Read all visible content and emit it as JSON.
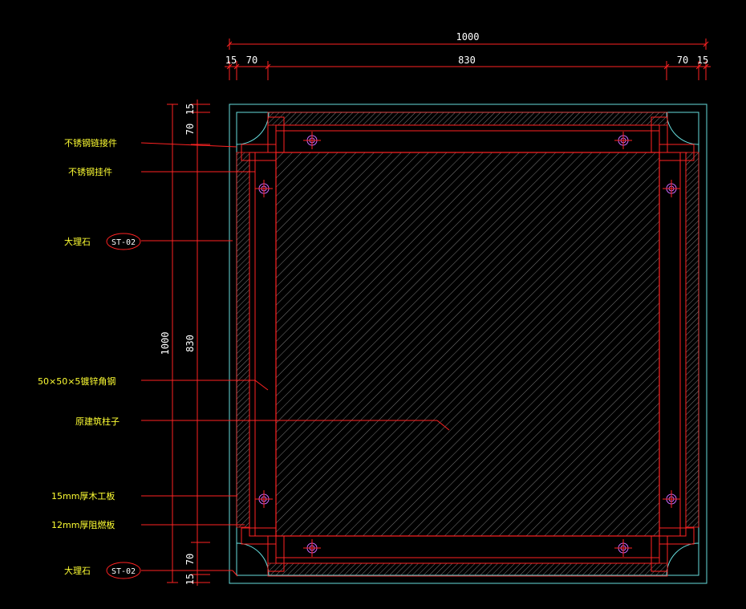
{
  "dimensions": {
    "top_total": "1000",
    "top_segments": [
      "15",
      "70",
      "830",
      "70",
      "15"
    ],
    "left_total": "1000",
    "left_inner": "830",
    "left_segments": [
      "15",
      "70",
      "70",
      "15"
    ]
  },
  "callouts": [
    {
      "label": "不锈钢链接件",
      "tag": ""
    },
    {
      "label": "不锈钢挂件",
      "tag": ""
    },
    {
      "label": "大理石",
      "tag": "ST-02"
    },
    {
      "label": "50×50×5镀锌角钢",
      "tag": ""
    },
    {
      "label": "原建筑柱子",
      "tag": ""
    },
    {
      "label": "15mm厚木工板",
      "tag": ""
    },
    {
      "label": "12mm厚阻燃板",
      "tag": ""
    },
    {
      "label": "大理石",
      "tag": "ST-02"
    }
  ],
  "colors": {
    "background": "#000000",
    "dimension_line": "#ff2222",
    "outline": "#66dddd",
    "hatch": "#8a8a8a",
    "callout_text": "#ffff33",
    "anchor": "#cc66ff"
  }
}
